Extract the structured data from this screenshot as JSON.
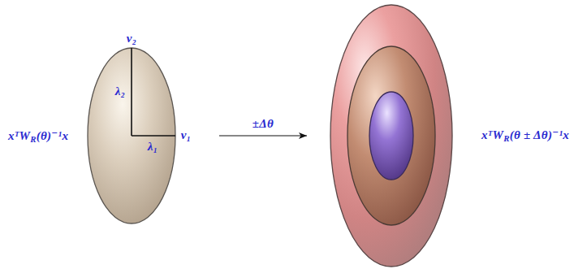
{
  "diagram": {
    "nodes": [
      {
        "text": [
          "xᵀWR(θ)⁻¹x",
          "v₂",
          "λ₂",
          "λ₁",
          "v₁"
        ]
      },
      {
        "text": [
          "xᵀWR(θ ± Δθ)⁻¹x"
        ]
      }
    ],
    "edges": [
      {
        "from": 0,
        "to": 1,
        "arrow": "to",
        "label": "±Δθ"
      }
    ]
  }
}
